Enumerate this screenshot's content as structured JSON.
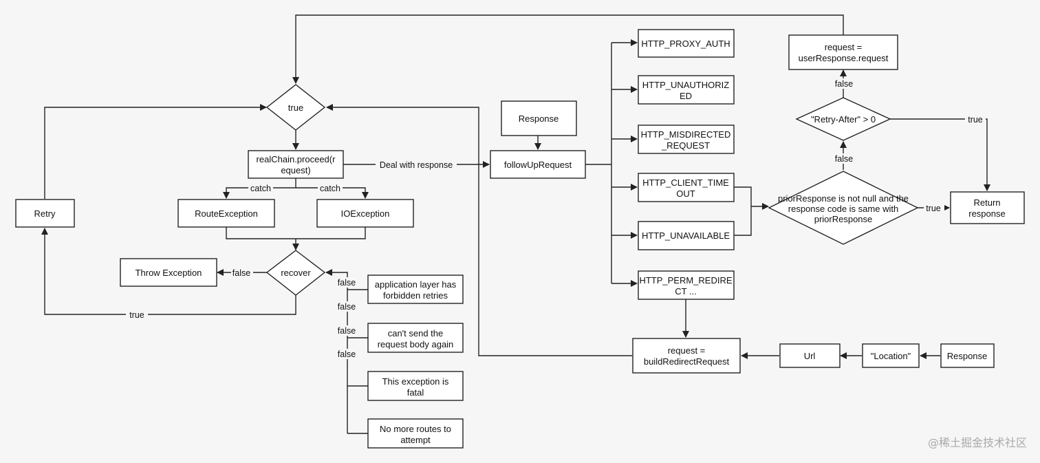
{
  "nodes": {
    "true_diamond": "true",
    "proceed": [
      "realChain.proceed(r",
      "equest)"
    ],
    "route_exception": "RouteException",
    "io_exception": "IOException",
    "retry": "Retry",
    "recover": "recover",
    "throw_exception": "Throw Exception",
    "app_layer": [
      "application layer has",
      "forbidden retries"
    ],
    "cant_send": [
      "can't send the",
      "request body again"
    ],
    "fatal": [
      "This exception is",
      "fatal"
    ],
    "no_routes": [
      "No more routes to",
      "attempt"
    ],
    "response_top": "Response",
    "follow_up": "followUpRequest",
    "proxy_auth": "HTTP_PROXY_AUTH",
    "unauthorized": [
      "HTTP_UNAUTHORIZ",
      "ED"
    ],
    "misdirected": [
      "HTTP_MISDIRECTED",
      "_REQUEST"
    ],
    "client_timeout": [
      "HTTP_CLIENT_TIME",
      "OUT"
    ],
    "unavailable": "HTTP_UNAVAILABLE",
    "perm_redirect": [
      "HTTP_PERM_REDIRE",
      "CT ..."
    ],
    "user_response": [
      "request =",
      "userResponse.request"
    ],
    "retry_after": "\"Retry-After\" > 0",
    "prior_response": [
      "priorResponse is not null and the",
      "response code is same with",
      "priorResponse"
    ],
    "return_response": [
      "Return",
      "response"
    ],
    "build_redirect": [
      "request =",
      "buildRedirectRequest"
    ],
    "url": "Url",
    "location": "\"Location\"",
    "response_bottom": "Response"
  },
  "edge_labels": {
    "deal_with_response": "Deal with response",
    "catch_route": "catch",
    "catch_io": "catch",
    "recover_false_throw": "false",
    "recover_true": "true",
    "cond_false_1": "false",
    "cond_false_2": "false",
    "cond_false_3": "false",
    "cond_false_4": "false",
    "retry_after_false": "false",
    "retry_after_true": "true",
    "prior_false": "false",
    "prior_true": "true"
  },
  "watermark": "@稀土掘金技术社区",
  "colors": {
    "background": "#f6f6f6",
    "stroke": "#222222",
    "box_fill": "#ffffff",
    "watermark": "#a9a9a9"
  }
}
